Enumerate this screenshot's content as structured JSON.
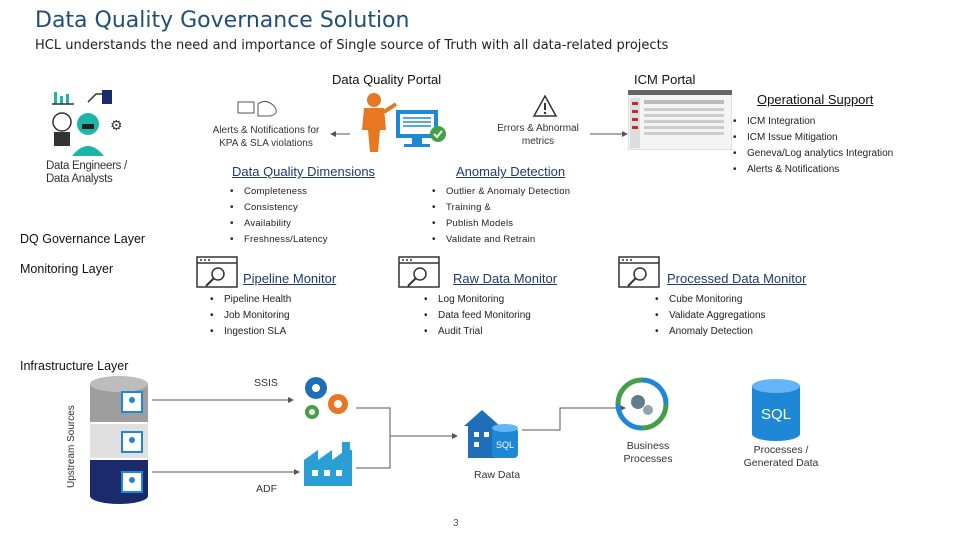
{
  "header": {
    "title": "Data Quality Governance Solution",
    "subtitle": "HCL understands the need and importance of Single source of Truth with all data-related projects"
  },
  "portals": {
    "dq_portal": "Data Quality Portal",
    "icm_portal": "ICM Portal",
    "operational_support": "Operational Support"
  },
  "personas": {
    "label_line1": "Data Engineers /",
    "label_line2": "Data Analysts"
  },
  "alerts": {
    "alerts_line1": "Alerts & Notifications for",
    "alerts_line2": "KPA & SLA violations",
    "errors_line1": "Errors & Abnormal",
    "errors_line2": "metrics"
  },
  "icm_support": {
    "items": [
      "ICM Integration",
      "ICM Issue Mitigation",
      "Geneva/Log analytics Integration",
      "Alerts & Notifications"
    ]
  },
  "governance": {
    "layer_label": "DQ Governance Layer",
    "dq_dimensions": {
      "title": "Data Quality Dimensions",
      "items": [
        "Completeness",
        "Consistency",
        "Availability",
        "Freshness/Latency"
      ]
    },
    "anomaly_detection": {
      "title": "Anomaly Detection",
      "items": [
        "Outlier & Anomaly Detection",
        "Training &",
        "Publish Models",
        "Validate and Retrain"
      ]
    }
  },
  "monitoring": {
    "layer_label": "Monitoring Layer",
    "pipeline": {
      "title": "Pipeline Monitor",
      "items": [
        "Pipeline Health",
        "Job Monitoring",
        "Ingestion SLA"
      ]
    },
    "raw": {
      "title": "Raw Data Monitor",
      "items": [
        "Log Monitoring",
        "Data feed Monitoring",
        "Audit Trial"
      ]
    },
    "processed": {
      "title": "Processed Data Monitor",
      "items": [
        "Cube Monitoring",
        "Validate Aggregations",
        "Anomaly Detection"
      ]
    }
  },
  "infrastructure": {
    "layer_label": "Infrastructure Layer",
    "upstream_sources": "Upstream Sources",
    "ssis": "SSIS",
    "adf": "ADF",
    "raw_data": "Raw Data",
    "business_processes_line1": "Business",
    "business_processes_line2": "Processes",
    "sql_badge": "SQL",
    "db_sql_badge": "SQL",
    "processed_line1": "Processes /",
    "processed_line2": "Generated Data"
  },
  "footer": {
    "page_number": "3"
  },
  "colors": {
    "title_blue": "#1f4e79",
    "heading_navy": "#1f3a6e",
    "accent_orange": "#e87722",
    "teal": "#1fb4a8",
    "blue_icon": "#1e88d6",
    "db_navy": "#1b2a6b"
  }
}
